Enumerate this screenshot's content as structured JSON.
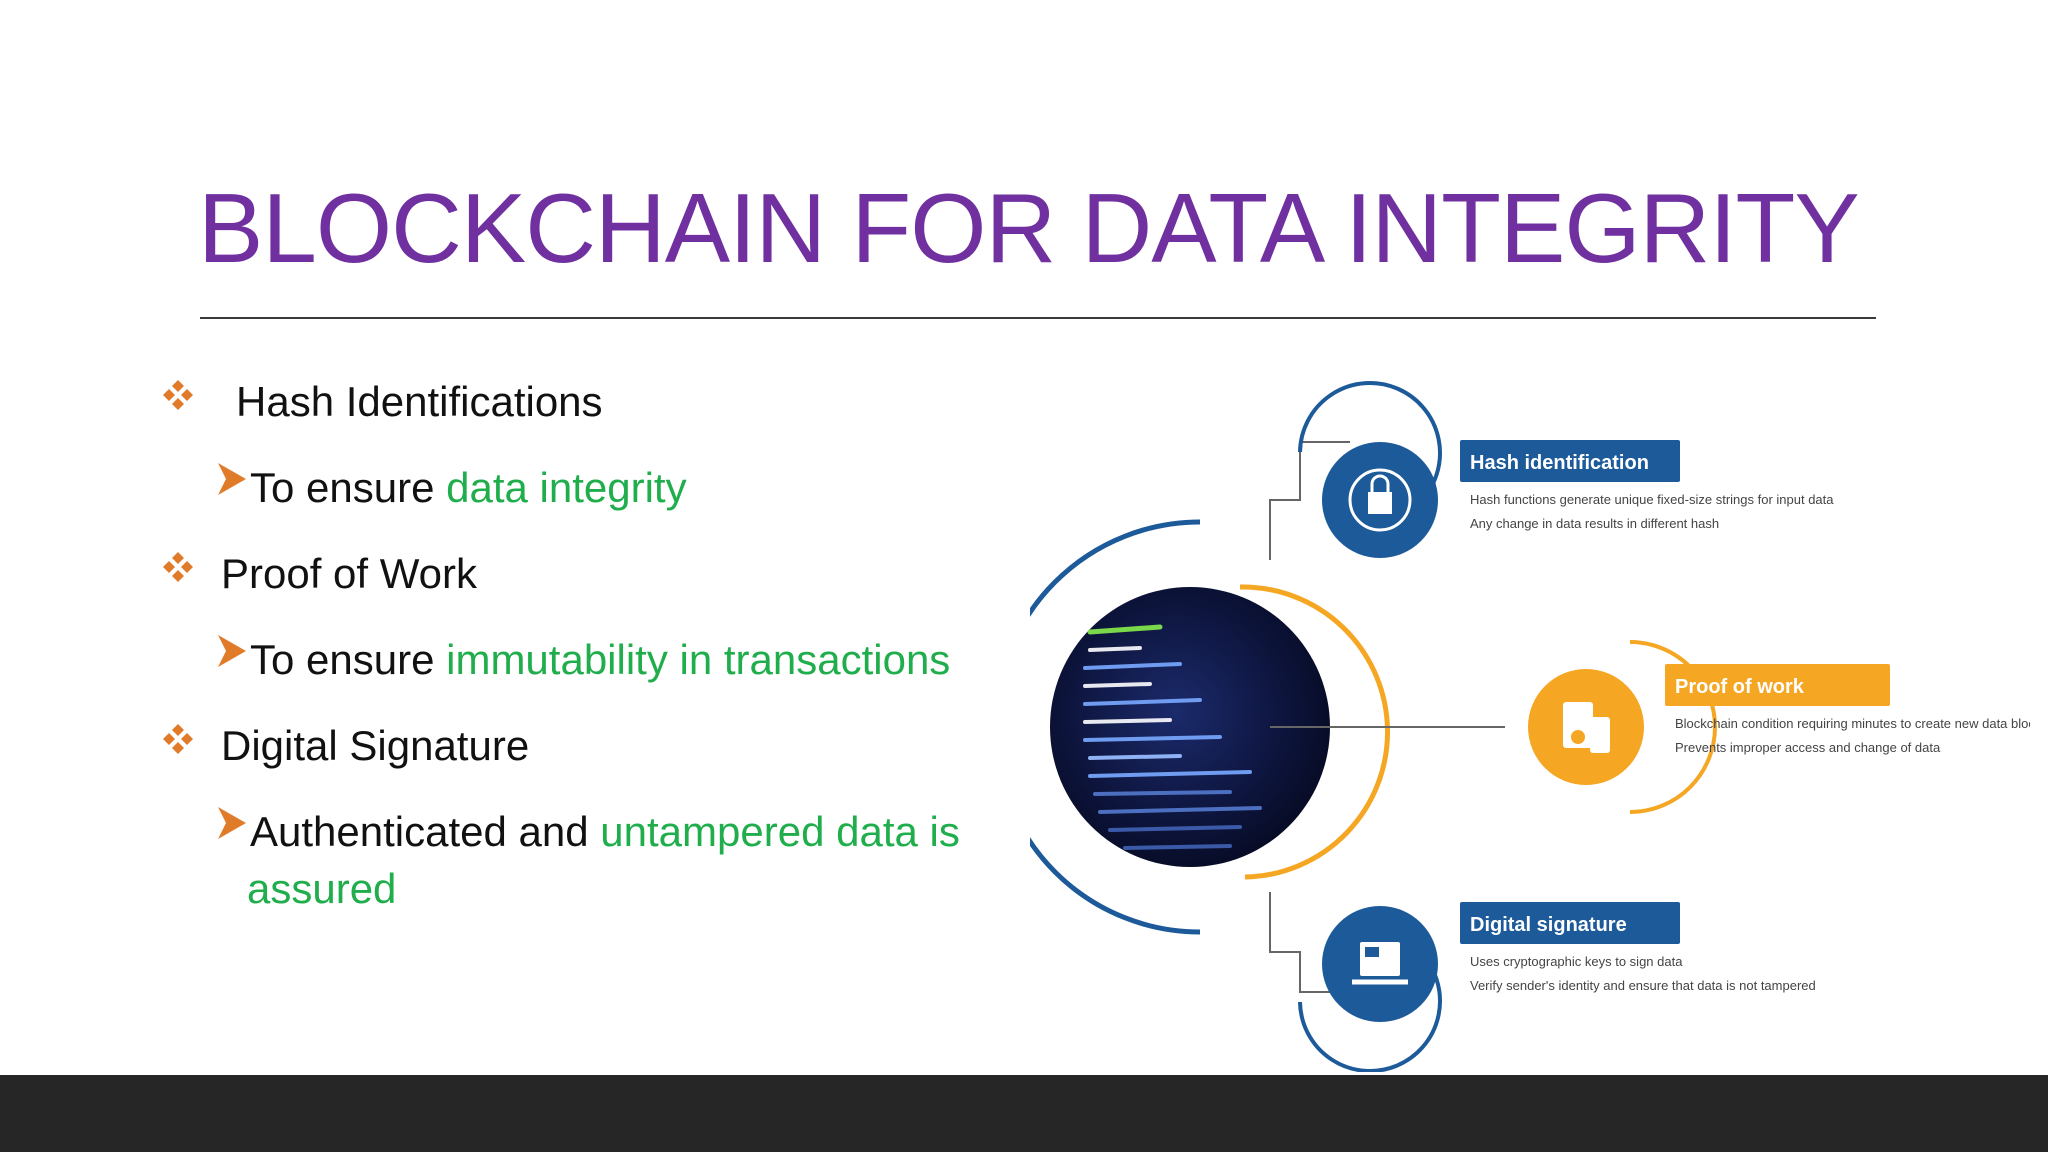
{
  "slide": {
    "title": "BLOCKCHAIN FOR DATA INTEGRITY",
    "bullets": [
      {
        "heading": "Hash Identifications",
        "sub_prefix": "To ensure ",
        "sub_highlight": "data integrity"
      },
      {
        "heading": "Proof of Work",
        "sub_prefix": "To ensure ",
        "sub_highlight": "immutability in transactions"
      },
      {
        "heading": "Digital Signature",
        "sub_prefix": "Authenticated and ",
        "sub_highlight": "untampered data is",
        "sub_highlight_cont": "assured"
      }
    ]
  },
  "figure": {
    "hash": {
      "label": "Hash identification",
      "points": [
        "Hash functions generate unique fixed-size strings for input data",
        "Any change in data results in different hash"
      ]
    },
    "pow": {
      "label": "Proof of work",
      "points": [
        "Blockchain condition requiring minutes to create new data block",
        "Prevents improper access and change of data"
      ]
    },
    "signature": {
      "label": "Digital signature",
      "points": [
        "Uses cryptographic keys to sign data",
        "Verify sender's identity and ensure that data is not tampered"
      ]
    }
  },
  "colors": {
    "title": "#7030A0",
    "highlight": "#1fae4b",
    "bullet_marker": "#E07B2A",
    "blue": "#1d5a9a",
    "orange": "#f5a623"
  }
}
